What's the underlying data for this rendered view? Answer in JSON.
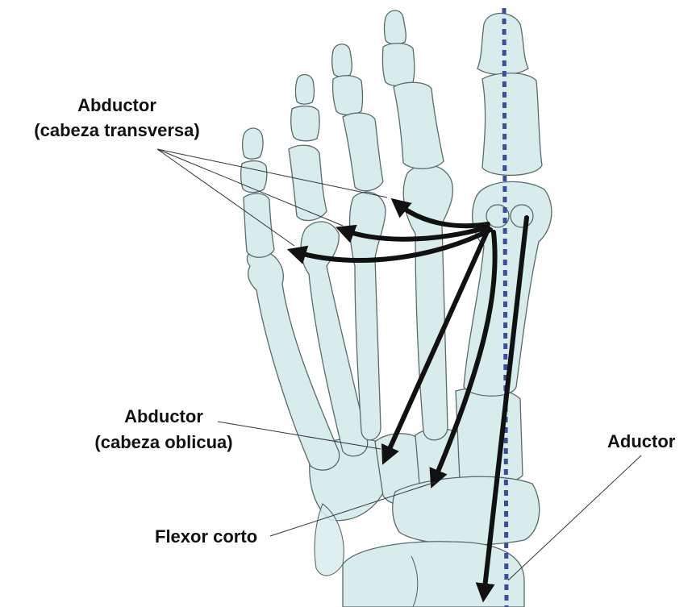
{
  "labels": {
    "abductor_transversa_line1": "Abductor",
    "abductor_transversa_line2": "(cabeza transversa)",
    "abductor_oblicua_line1": "Abductor",
    "abductor_oblicua_line2": "(cabeza oblicua)",
    "flexor_corto": "Flexor corto",
    "aductor": "Aductor"
  },
  "colors": {
    "bone_fill": "#d9ecec",
    "bone_outline": "#5a6a6a",
    "midline": "#3b4d9b",
    "arrows": "#111111"
  }
}
